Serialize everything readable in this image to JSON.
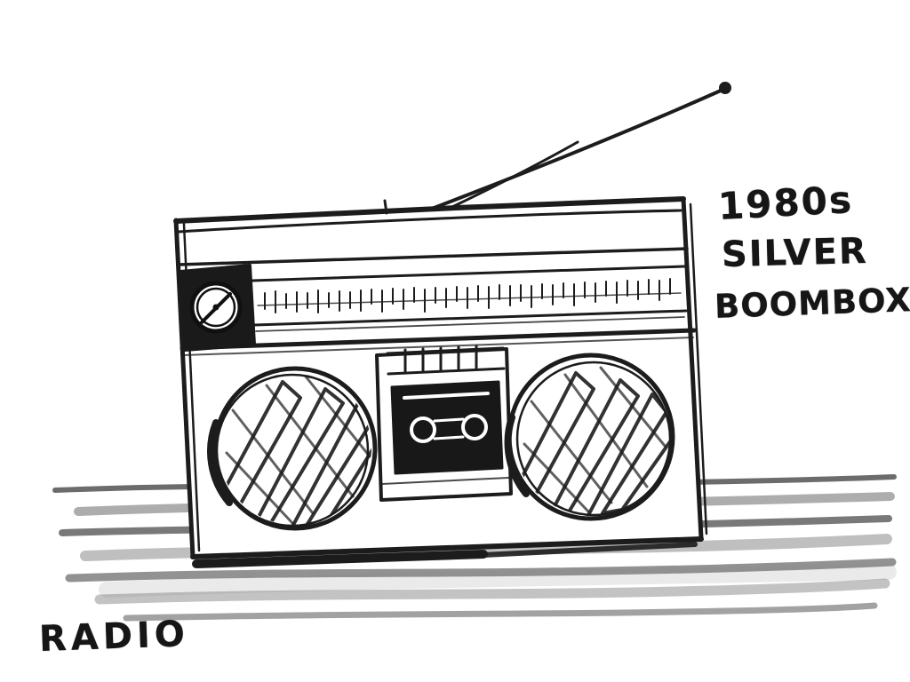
{
  "scene": {
    "title": "1980s silver boombox sketch",
    "background_color": "#ffffff",
    "ink_color": "#1c1c1c",
    "pencil_shading_color": "#5c5c5c"
  },
  "annotations": {
    "top_right_line1": "1980s",
    "top_right_line2": "SILVER",
    "top_right_line3": "BOOMBOX",
    "bottom_left_caption": "RADIO"
  },
  "drawing": {
    "parts": [
      "antenna",
      "antenna-tip",
      "body-outline",
      "top-handle-band",
      "tuner-dial-scale",
      "tuning-knob",
      "control-buttons",
      "cassette-deck",
      "cassette-tape",
      "left-speaker",
      "right-speaker",
      "table-shading",
      "cast-shadow"
    ]
  }
}
